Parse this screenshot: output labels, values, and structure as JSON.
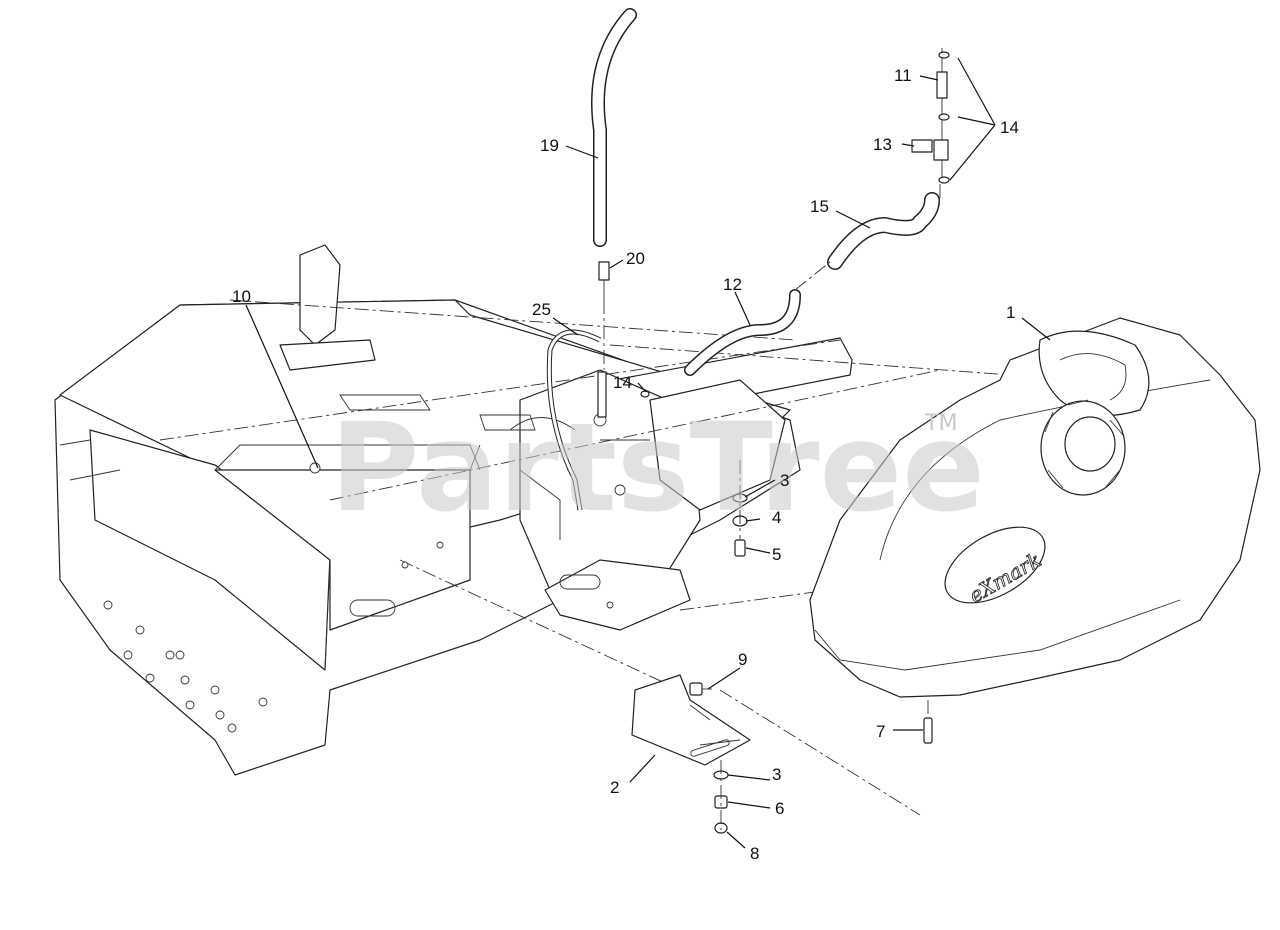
{
  "watermark": {
    "text": "PartsTree",
    "tm": "TM"
  },
  "brand_logo": "eXmark",
  "callouts": [
    {
      "id": "1",
      "label": "1"
    },
    {
      "id": "2",
      "label": "2"
    },
    {
      "id": "3a",
      "label": "3"
    },
    {
      "id": "3b",
      "label": "3"
    },
    {
      "id": "4",
      "label": "4"
    },
    {
      "id": "5",
      "label": "5"
    },
    {
      "id": "6",
      "label": "6"
    },
    {
      "id": "7",
      "label": "7"
    },
    {
      "id": "8",
      "label": "8"
    },
    {
      "id": "9",
      "label": "9"
    },
    {
      "id": "10",
      "label": "10"
    },
    {
      "id": "11",
      "label": "11"
    },
    {
      "id": "12",
      "label": "12"
    },
    {
      "id": "13",
      "label": "13"
    },
    {
      "id": "14a",
      "label": "14"
    },
    {
      "id": "14b",
      "label": "14"
    },
    {
      "id": "15",
      "label": "15"
    },
    {
      "id": "19",
      "label": "19"
    },
    {
      "id": "20",
      "label": "20"
    },
    {
      "id": "25",
      "label": "25"
    }
  ]
}
